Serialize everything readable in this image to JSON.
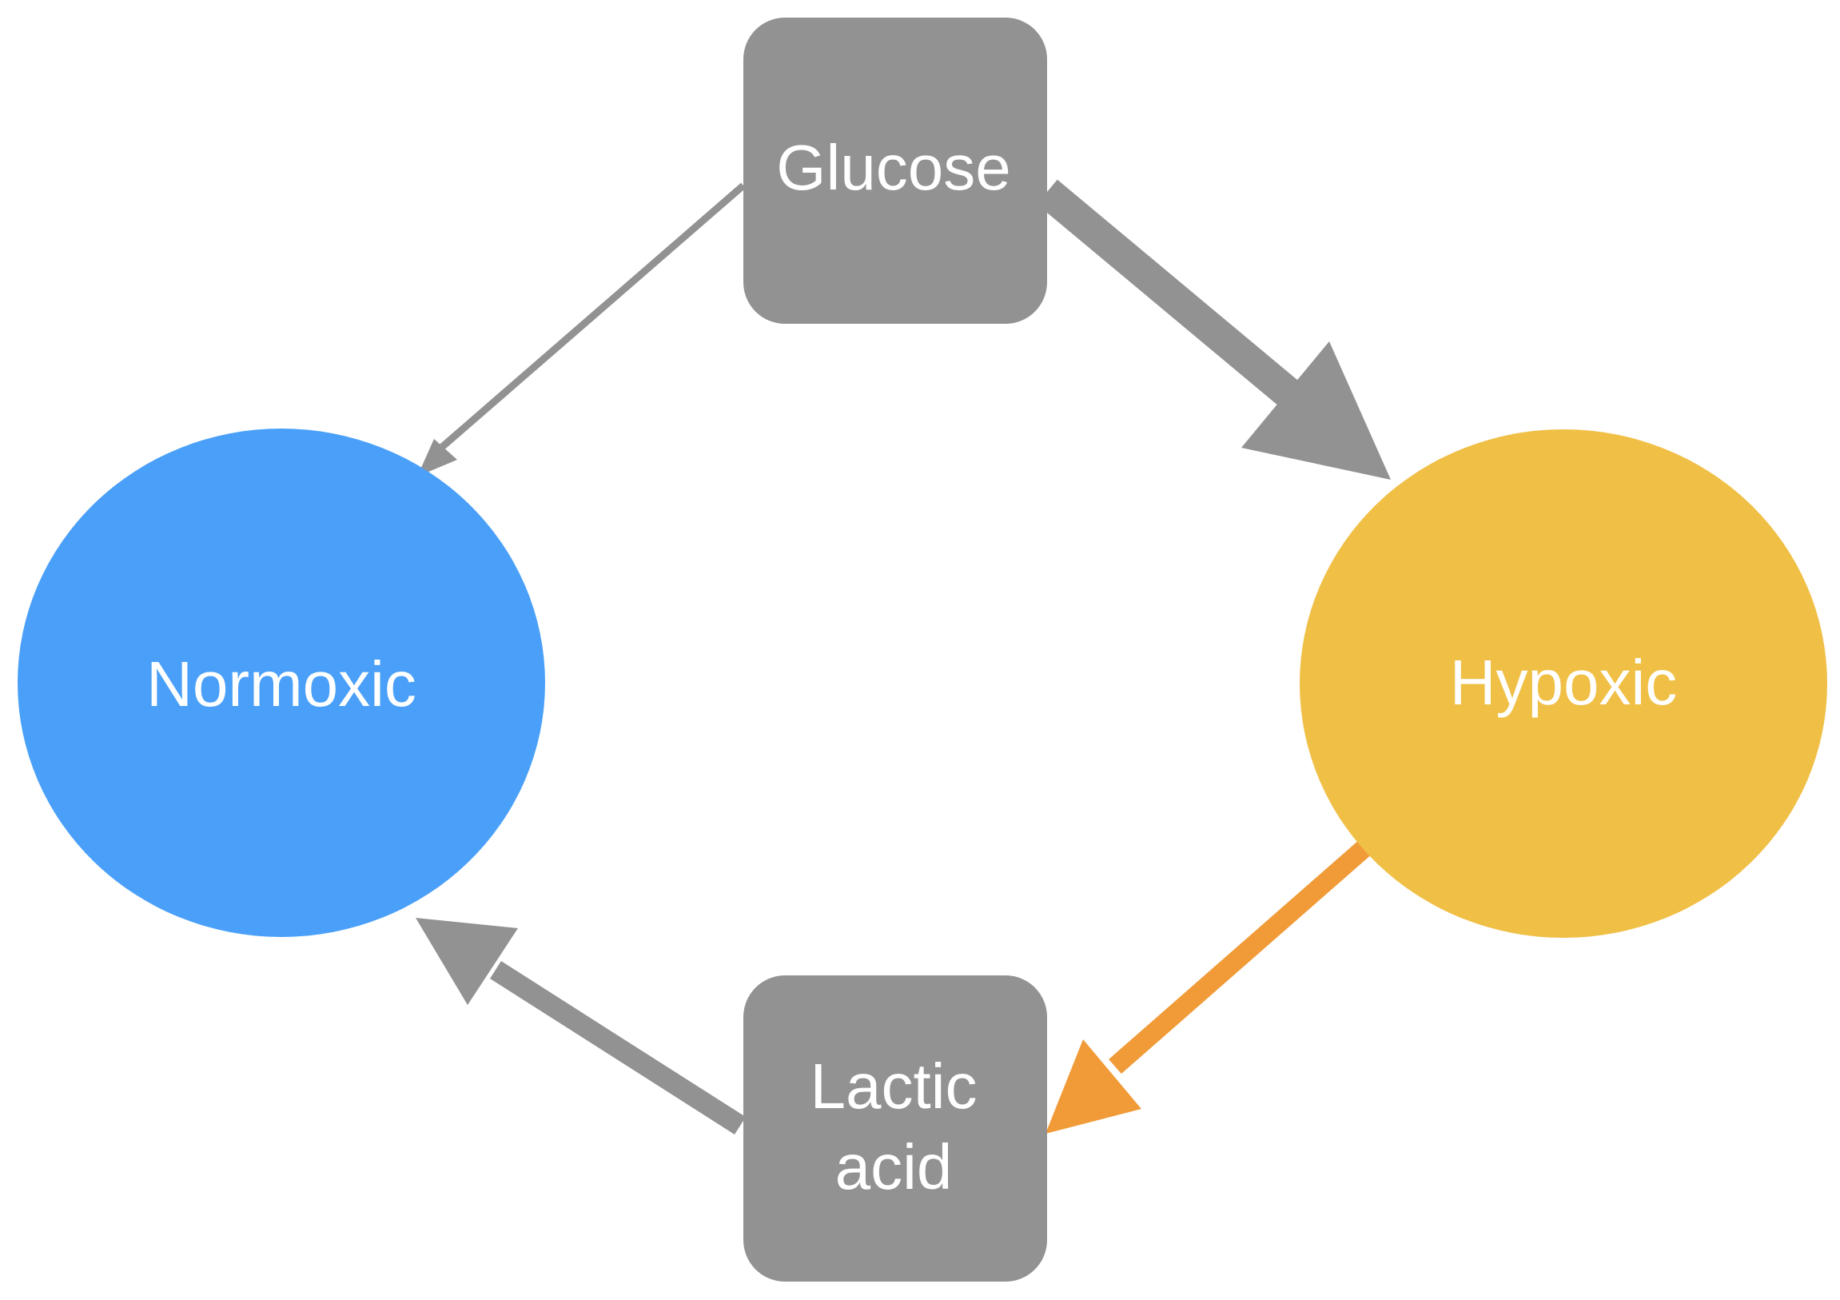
{
  "nodes": {
    "glucose": {
      "label": "Glucose",
      "color": "#929292"
    },
    "normoxic": {
      "label": "Normoxic",
      "color": "#4aa0f8"
    },
    "hypoxic": {
      "label": "Hypoxic",
      "color": "#f0bf45"
    },
    "lactic_acid": {
      "lines": [
        "Lactic",
        "acid"
      ],
      "color": "#929292"
    }
  },
  "edges": [
    {
      "from": "Glucose",
      "to": "Normoxic",
      "color": "#929292"
    },
    {
      "from": "Glucose",
      "to": "Hypoxic",
      "color": "#929292"
    },
    {
      "from": "Hypoxic",
      "to": "Lactic acid",
      "color": "#f19b38"
    },
    {
      "from": "Lactic acid",
      "to": "Normoxic",
      "color": "#929292"
    }
  ]
}
